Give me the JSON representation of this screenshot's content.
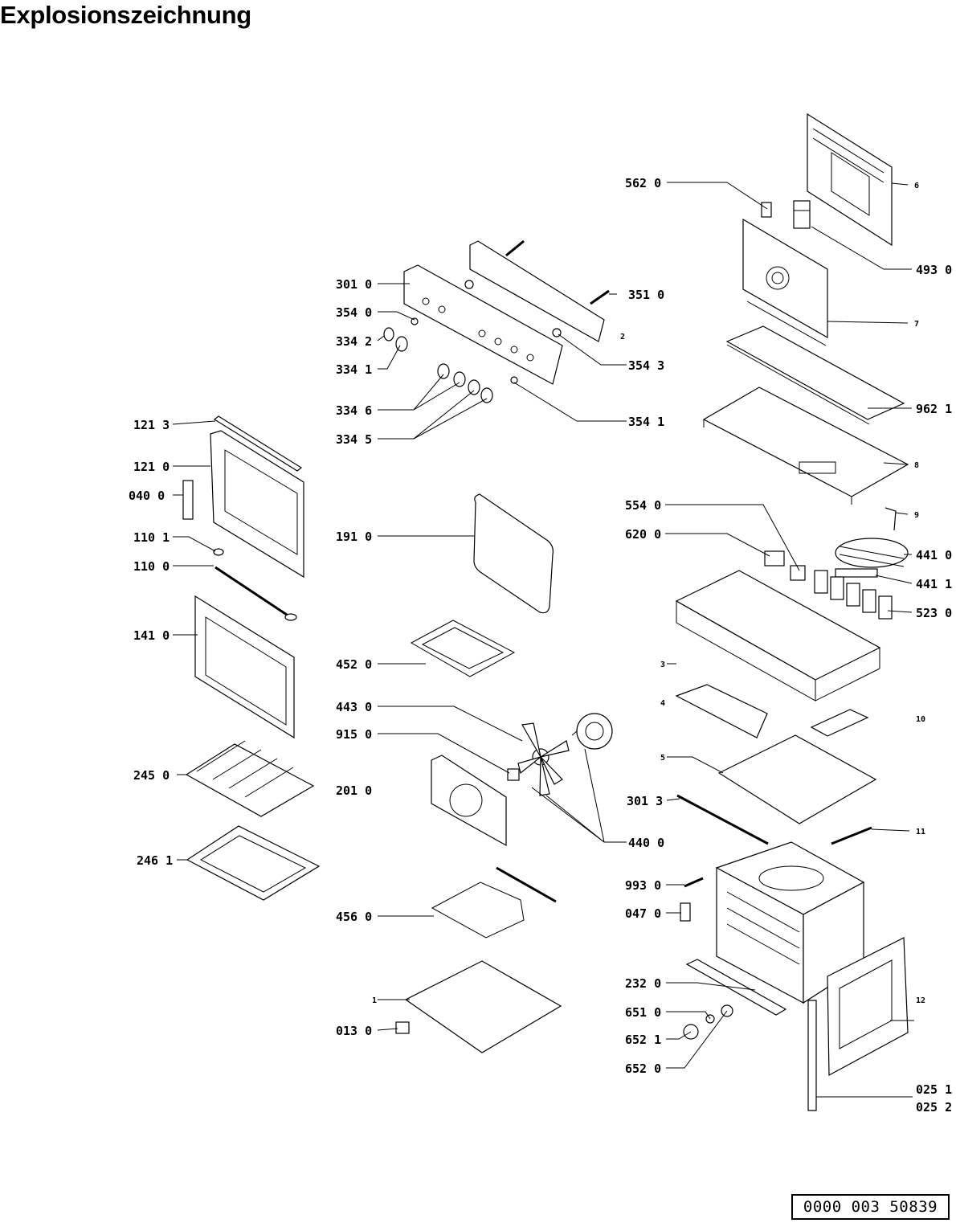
{
  "title": "Explosionszeichnung",
  "doc_number": "0000 003 50839",
  "labels": {
    "l5620": "562 0",
    "l4930": "493 0",
    "l3010": "301 0",
    "l3510": "351 0",
    "l3540": "354 0",
    "l3342": "334 2",
    "l3341": "334 1",
    "l3543": "354 3",
    "l3346": "334 6",
    "l3541": "354 1",
    "l3345": "334 5",
    "l9621": "962 1",
    "l1213": "121 3",
    "l1210": "121 0",
    "l0400": "040 0",
    "l5540": "554 0",
    "l6200": "620 0",
    "l1101": "110 1",
    "l1910": "191 0",
    "l1100": "110 0",
    "l4410": "441 0",
    "l4411": "441 1",
    "l5230": "523 0",
    "l1410": "141 0",
    "l4520": "452 0",
    "l4430": "443 0",
    "l9150": "915 0",
    "l2450": "245 0",
    "l2010": "201 0",
    "l3013": "301 3",
    "l4400": "440 0",
    "l2461": "246 1",
    "l9930": "993 0",
    "l0470": "047 0",
    "l4560": "456 0",
    "l2320": "232 0",
    "l6510": "651 0",
    "l0130": "013 0",
    "l6521": "652 1",
    "l6520": "652 0",
    "l0251": "025 1",
    "l0252": "025 2",
    "n6": "6",
    "n2": "2",
    "n7": "7",
    "n8": "8",
    "n9": "9",
    "n3": "3",
    "n4": "4",
    "n10": "10",
    "n5": "5",
    "n11": "11",
    "n12": "12",
    "n1": "1"
  }
}
